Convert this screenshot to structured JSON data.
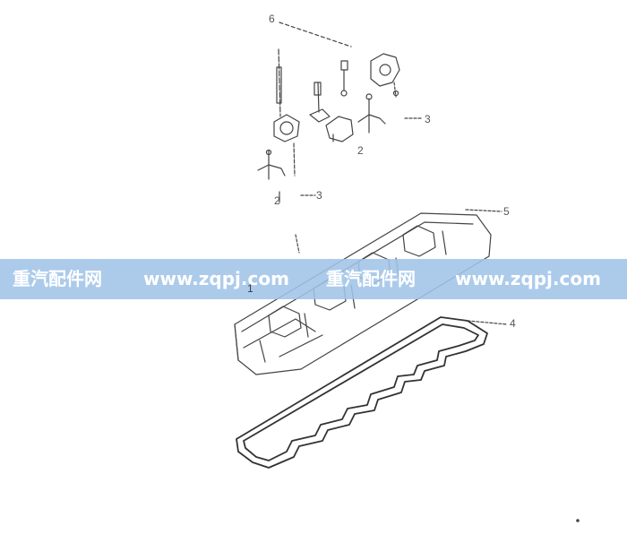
{
  "diagram": {
    "callouts": [
      "6",
      "3",
      "2",
      "3",
      "2",
      "5",
      "1",
      "4"
    ],
    "line_color": "#333333"
  },
  "watermark": {
    "brand": "重汽配件网",
    "url": "www.zqpj.com",
    "brand_2": "重汽配件网",
    "url_2": "www.zqpj.com",
    "background": "#a0c4e8"
  }
}
